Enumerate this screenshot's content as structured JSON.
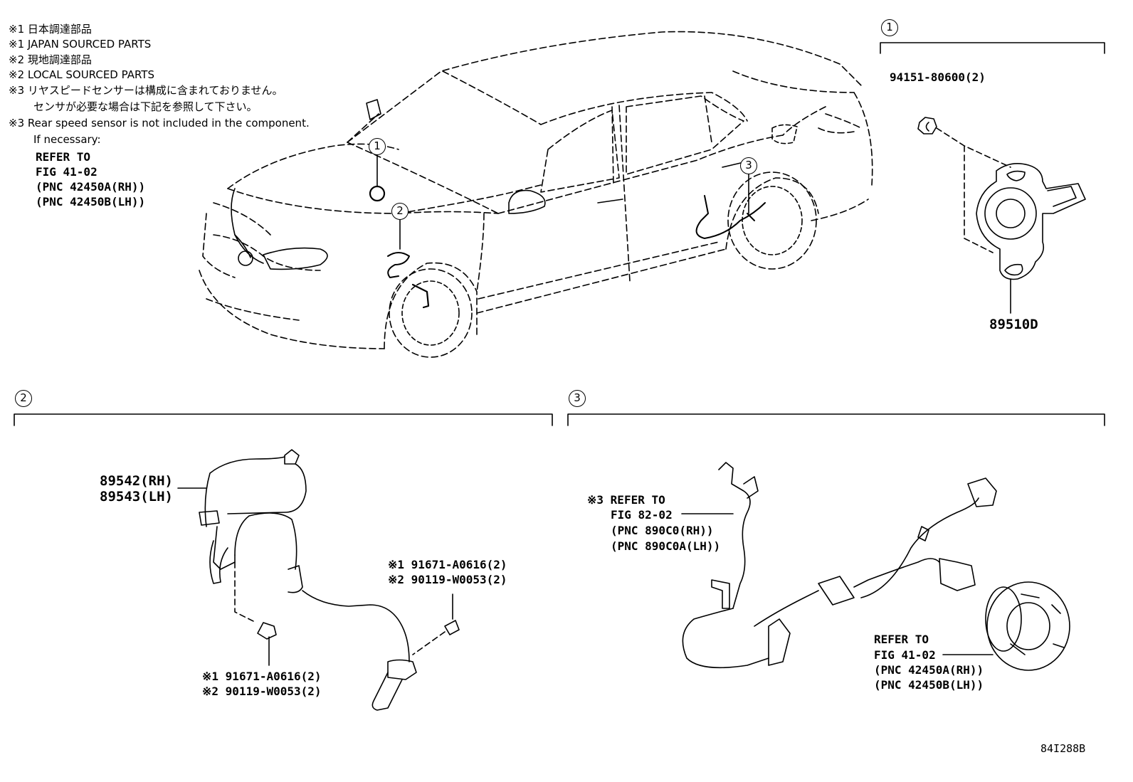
{
  "notes": {
    "n1_jp": "※1 日本調達部品",
    "n1_en": "※1 JAPAN SOURCED PARTS",
    "n2_jp": "※2 現地調達部品",
    "n2_en": "※2 LOCAL SOURCED PARTS",
    "n3_jp1": "※3 リヤスピードセンサーは構成に含まれておりません。",
    "n3_jp2": "センサが必要な場合は下記を参照して下さい。",
    "n3_en": "※3 Rear speed sensor is not included in the component.",
    "n3_ifnec": "If necessary:",
    "refer_lines": [
      "REFER TO",
      "FIG 41-02",
      "(PNC 42450A(RH))",
      "(PNC 42450B(LH))"
    ]
  },
  "callouts": {
    "c1": "1",
    "c2": "2",
    "c3": "3"
  },
  "section1": {
    "nut_part": "94151-80600(2)",
    "sensor_part": "89510D"
  },
  "section2": {
    "sensor_rh": "89542(RH)",
    "sensor_lh": "89543(LH)",
    "bolt_right_1": "※1 91671-A0616(2)",
    "bolt_right_2": "※2 90119-W0053(2)",
    "bolt_left_1": "※1 91671-A0616(2)",
    "bolt_left_2": "※2 90119-W0053(2)"
  },
  "section3": {
    "refer_a": [
      "※3 REFER TO",
      "FIG 82-02",
      "(PNC 890C0(RH))",
      "(PNC 890C0A(LH))"
    ],
    "refer_b": [
      "REFER TO",
      "FIG 41-02",
      "(PNC 42450A(RH))",
      "(PNC 42450B(LH))"
    ]
  },
  "figure_code": "84I288B"
}
